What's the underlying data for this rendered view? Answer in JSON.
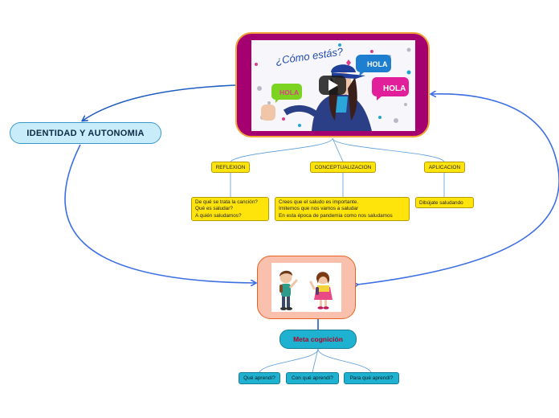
{
  "nodes": {
    "identity": "IDENTIDAD Y AUTONOMIA",
    "video": {
      "heading": "¿Cómo estás?",
      "bubble_1": "HOLA",
      "bubble_2": "HOLA",
      "bubble_3": "HOLA"
    },
    "branches": [
      {
        "label": "REFLEXION",
        "lines": [
          "De qué se trata la canción?",
          "Qué es saludar?",
          "A quién saludamos?"
        ]
      },
      {
        "label": "CONCEPTUALIZACION",
        "lines": [
          "Crees que el saludo es importante.",
          "Imitemos que nos vamos a saludar",
          "En esta época de pandemia como nos saludamos"
        ]
      },
      {
        "label": "APLICACION",
        "lines": [
          "Dibújate saludando"
        ]
      }
    ],
    "meta": "Meta cognición",
    "meta_questions": [
      "Qué aprendí?",
      "Con qué aprendí?",
      "Para qué aprendí?"
    ]
  },
  "colors": {
    "connector_blue": "#3d6fe4",
    "identity_fill": "#c9ecfb",
    "video_frame": "#a4006f",
    "yellow_node": "#ffe40c",
    "kids_frame": "#f9c1ad",
    "meta_fill": "#1fb2d0",
    "meta_text": "#b10025"
  },
  "icons": [
    "play-button-icon",
    "boy-waving-icon",
    "girl-waving-icon"
  ]
}
